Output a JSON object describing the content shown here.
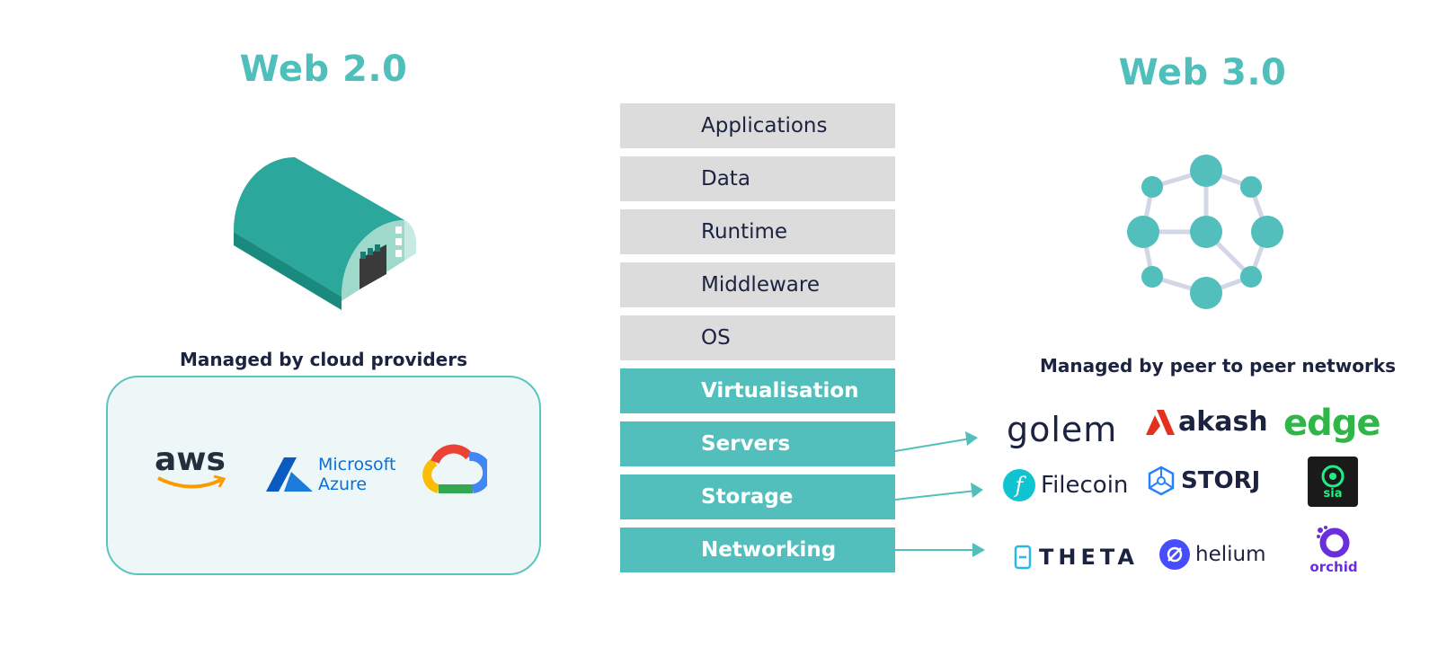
{
  "web2": {
    "title": "Web 2.0",
    "caption": "Managed by cloud providers",
    "providers": [
      {
        "name": "aws",
        "icon": "aws-logo"
      },
      {
        "name": "Microsoft",
        "name2": "Azure",
        "icon": "azure-logo"
      },
      {
        "name": "Google Cloud",
        "icon": "google-cloud-logo"
      }
    ]
  },
  "web3": {
    "title": "Web 3.0",
    "caption": "Managed by peer to peer networks",
    "projects": {
      "golem": "golem",
      "akash": "akash",
      "edge": "edge",
      "filecoin": "Filecoin",
      "storj": "STORJ",
      "sia": "sia",
      "theta": "THETA",
      "helium": "helium",
      "orchid": "orchid"
    }
  },
  "stack": {
    "layers": [
      {
        "label": "Applications",
        "style": "grey"
      },
      {
        "label": "Data",
        "style": "grey"
      },
      {
        "label": "Runtime",
        "style": "grey"
      },
      {
        "label": "Middleware",
        "style": "grey"
      },
      {
        "label": "OS",
        "style": "grey"
      },
      {
        "label": "Virtualisation",
        "style": "teal"
      },
      {
        "label": "Servers",
        "style": "teal"
      },
      {
        "label": "Storage",
        "style": "teal"
      },
      {
        "label": "Networking",
        "style": "teal"
      }
    ]
  },
  "colors": {
    "accent": "#52bfbc",
    "grey_layer": "#dcdcdc",
    "dark_text": "#1c2340"
  }
}
